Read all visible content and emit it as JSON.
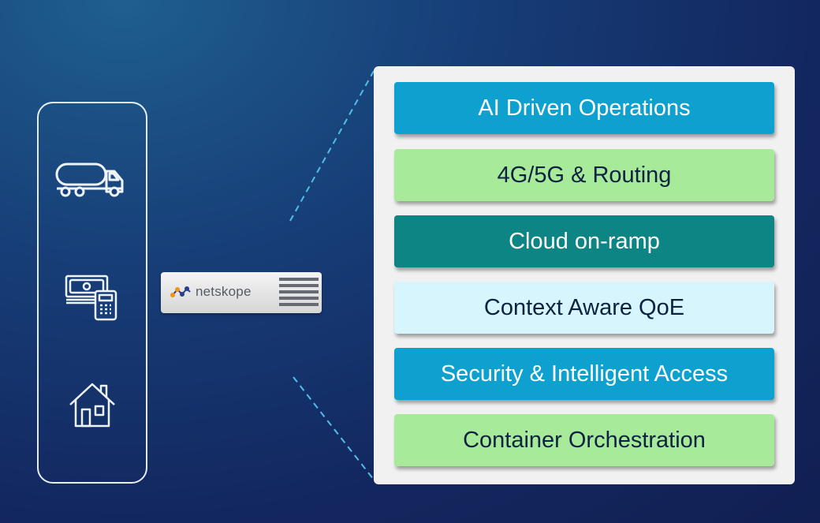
{
  "appliance": {
    "logo_text": "netskope",
    "icon": "netskope-logo-icon"
  },
  "devices": [
    {
      "icon": "truck-icon"
    },
    {
      "icon": "cash-calculator-icon"
    },
    {
      "icon": "house-icon"
    }
  ],
  "layers": [
    {
      "label": "AI Driven Operations",
      "color": "#0ea1cf",
      "text_color": "#ffffff"
    },
    {
      "label": "4G/5G & Routing",
      "color": "#a6ea9a",
      "text_color": "#0d2240"
    },
    {
      "label": "Cloud on-ramp",
      "color": "#0c8584",
      "text_color": "#ffffff"
    },
    {
      "label": "Context Aware QoE",
      "color": "#d7f5fc",
      "text_color": "#0d2240"
    },
    {
      "label": "Security & Intelligent Access",
      "color": "#0ea1cf",
      "text_color": "#ffffff"
    },
    {
      "label": "Container Orchestration",
      "color": "#a6ea9a",
      "text_color": "#0d2240"
    }
  ]
}
